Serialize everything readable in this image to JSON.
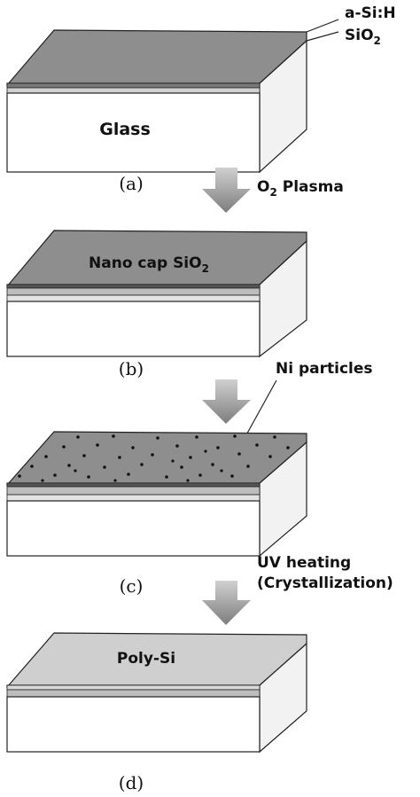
{
  "labels": {
    "a_si_h": "a-Si:H",
    "sio2_base": "SiO",
    "sio2_sub": "2",
    "glass": "Glass",
    "step_a": "(a)",
    "o2_o": "O",
    "o2_sub": "2",
    "o2_rest": " Plasma",
    "nano_cap": "Nano cap SiO",
    "nano_cap_sub": "2",
    "step_b": "(b)",
    "ni_particles": "Ni particles",
    "step_c": "(c)",
    "uv_heating": "UV heating",
    "crystallization": "(Crystallization)",
    "poly_si": "Poly-Si",
    "step_d": "(d)"
  },
  "colors": {
    "top_dark": "#8e8e8e",
    "top_light": "#cfcfcf",
    "layer_light": "#d9d9d9",
    "layer_mid": "#bdbdbd",
    "layer_dark": "#7a7a7a",
    "arrow": "#9a9a9a",
    "dot": "#111111"
  }
}
